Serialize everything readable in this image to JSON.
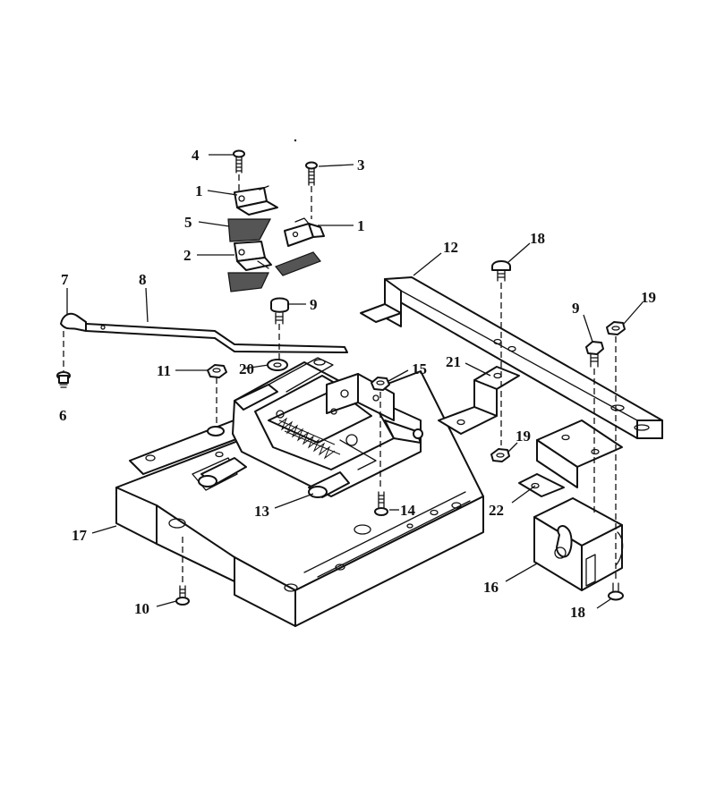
{
  "callouts": [
    "1",
    "2",
    "3",
    "4",
    "5",
    "6",
    "7",
    "8",
    "9",
    "10",
    "11",
    "12",
    "13",
    "14",
    "15",
    "16",
    "17",
    "18",
    "19",
    "20",
    "21",
    "22"
  ],
  "labels": {
    "l4": "4",
    "l3": "3",
    "l1a": "1",
    "l1b": "1",
    "l5": "5",
    "l2": "2",
    "l7": "7",
    "l8": "8",
    "l9a": "9",
    "l12": "12",
    "l18a": "18",
    "l9b": "9",
    "l19a": "19",
    "l11": "11",
    "l20": "20",
    "l15": "15",
    "l21": "21",
    "l6": "6",
    "l19b": "19",
    "l22": "22",
    "l13": "13",
    "l14": "14",
    "l17": "17",
    "l16": "16",
    "l10": "10",
    "l18b": "18"
  }
}
